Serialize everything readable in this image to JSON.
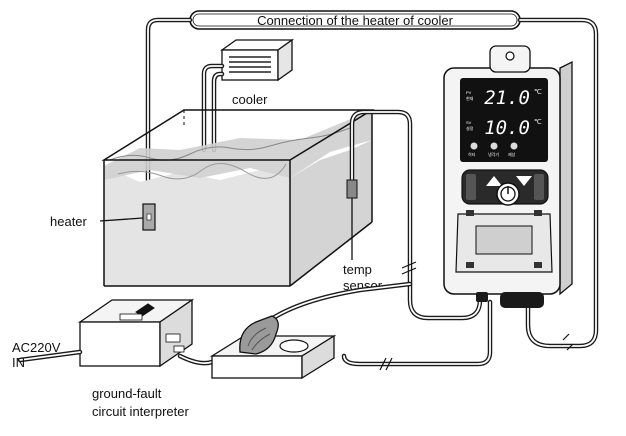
{
  "banner": {
    "text": "Connection of the heater of cooler"
  },
  "labels": {
    "cooler": "cooler",
    "heater": "heater",
    "temp_sensor_line1": "temp",
    "temp_sensor_line2": "sensor",
    "ac_line1": "AC220V",
    "ac_line2": "IN",
    "gfci_line1": "ground-fault",
    "gfci_line2": "circuit interpreter"
  },
  "controller": {
    "pv_value": "21.0",
    "sv_value": "10.0",
    "unit": "℃"
  }
}
